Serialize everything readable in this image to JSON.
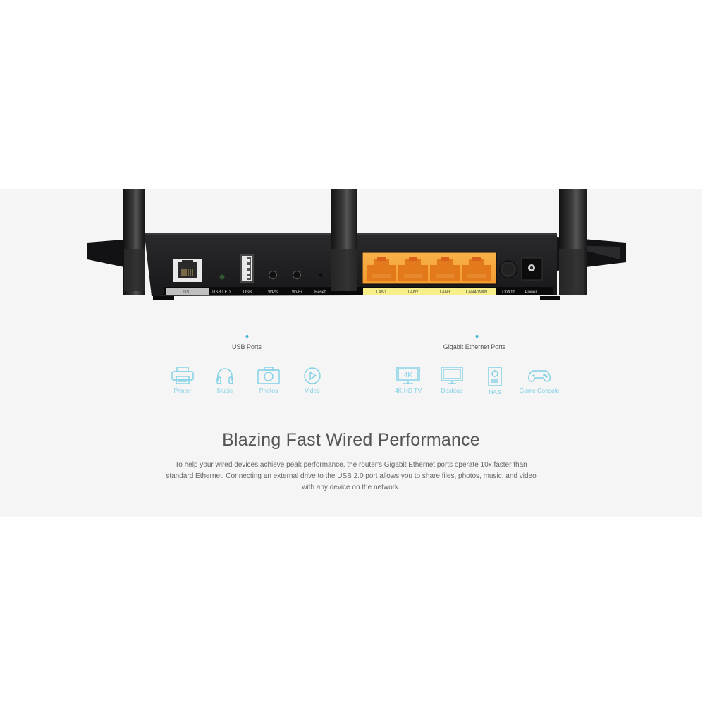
{
  "router": {
    "port_labels": [
      "DSL",
      "USB LED",
      "USB",
      "WPS",
      "Wi-Fi",
      "Reset"
    ],
    "lan_labels": [
      "LAN1",
      "LAN2",
      "LAN3",
      "LAN4/WAN"
    ],
    "right_labels": [
      "On/Off",
      "Power"
    ]
  },
  "callouts": {
    "usb": {
      "label": "USB Ports",
      "devices": [
        {
          "icon": "printer-icon",
          "label": "Printer"
        },
        {
          "icon": "headphones-icon",
          "label": "Music"
        },
        {
          "icon": "camera-icon",
          "label": "Photos"
        },
        {
          "icon": "play-icon",
          "label": "Video"
        }
      ]
    },
    "ethernet": {
      "label": "Gigabit Ethernet Ports",
      "devices": [
        {
          "icon": "tv-4k-icon",
          "label": "4K HD TV"
        },
        {
          "icon": "monitor-icon",
          "label": "Desktop"
        },
        {
          "icon": "nas-icon",
          "label": "NAS"
        },
        {
          "icon": "gamepad-icon",
          "label": "Game Console"
        }
      ]
    }
  },
  "section": {
    "title": "Blazing Fast Wired Performance",
    "body": "To help your wired devices achieve peak performance, the router's Gigabit Ethernet ports operate 10x faster than standard Ethernet. Connecting an external drive to the USB 2.0 port allows you to share files, photos, music, and video with any device on the network."
  },
  "colors": {
    "accent": "#3db3d3",
    "icon": "#7fd0e6",
    "panel_bg": "#f5f5f5",
    "lan_orange": "#f6a33a",
    "lan_label_bg": "#f7f08a"
  }
}
